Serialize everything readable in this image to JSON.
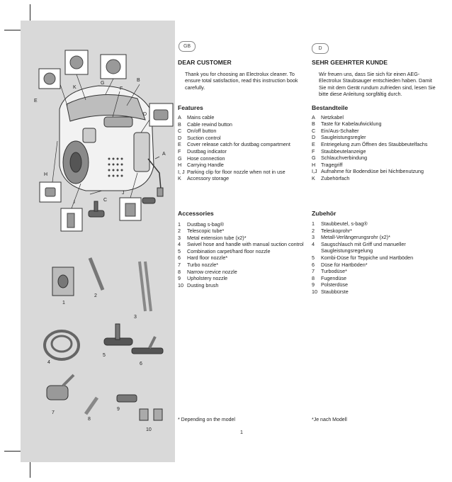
{
  "left_column": {
    "badge": "GB",
    "title": "DEAR CUSTOMER",
    "intro": "Thank you for choosing an Electrolux cleaner. To ensure total satisfaction, read this instruction book carefully.",
    "features_heading": "Features",
    "features": [
      {
        "key": "A",
        "text": "Mains cable"
      },
      {
        "key": "B",
        "text": "Cable rewind button"
      },
      {
        "key": "C",
        "text": "On/off button"
      },
      {
        "key": "D",
        "text": "Suction control"
      },
      {
        "key": "E",
        "text": "Cover release catch for dustbag compartment"
      },
      {
        "key": "F",
        "text": "Dustbag indicator"
      },
      {
        "key": "G",
        "text": "Hose connection"
      },
      {
        "key": "H",
        "text": "Carrying Handle"
      },
      {
        "key": "I, J",
        "text": "Parking clip for floor nozzle when not in use"
      },
      {
        "key": "K",
        "text": "Accessory storage"
      }
    ],
    "accessories_heading": "Accessories",
    "accessories": [
      {
        "key": "1",
        "text": "Dustbag s-bag®"
      },
      {
        "key": "2",
        "text": "Telescopic tube*"
      },
      {
        "key": "3",
        "text": "Metal extension tube (x2)*"
      },
      {
        "key": "4",
        "text": "Swivel hose and handle with manual suction control"
      },
      {
        "key": "5",
        "text": "Combination carpet/hard floor nozzle"
      },
      {
        "key": "6",
        "text": "Hard floor nozzle*"
      },
      {
        "key": "7",
        "text": "Turbo nozzle*"
      },
      {
        "key": "8",
        "text": "Narrow crevice nozzle"
      },
      {
        "key": "9",
        "text": "Upholstery nozzle"
      },
      {
        "key": "10",
        "text": "Dusting brush"
      }
    ],
    "footnote": "* Depending on the model"
  },
  "right_column": {
    "badge": "D",
    "title": "SEHR GEEHRTER KUNDE",
    "intro": "Wir freuen uns, dass Sie sich für einen AEG-Electrolux Staubsauger entschieden haben. Damit Sie mit dem Gerät rundum zufrieden sind, lesen Sie bitte diese Anleitung sorgfältig durch.",
    "features_heading": "Bestandteile",
    "features": [
      {
        "key": "A",
        "text": "Netzkabel"
      },
      {
        "key": "B",
        "text": "Taste für Kabelaufwicklung"
      },
      {
        "key": "C",
        "text": "Ein/Aus-Schalter"
      },
      {
        "key": "D",
        "text": "Saugleistungsregler"
      },
      {
        "key": "E",
        "text": "Entriegelung zum Öffnen des Staubbeutelfachs"
      },
      {
        "key": "F",
        "text": "Staubbeutelanzeige"
      },
      {
        "key": "G",
        "text": "Schlauchverbindung"
      },
      {
        "key": "H",
        "text": "Tragegriff"
      },
      {
        "key": "I,J",
        "text": "Aufnahme für Bodendüse bei Nichtbenutzung"
      },
      {
        "key": "K",
        "text": "Zubehörfach"
      }
    ],
    "accessories_heading": "Zubehör",
    "accessories": [
      {
        "key": "1",
        "text": "Staubbeutel, s-bag®"
      },
      {
        "key": "2",
        "text": "Teleskoprohr*"
      },
      {
        "key": "3",
        "text": "Metall-Verlängerungsrohr (x2)*"
      },
      {
        "key": "4",
        "text": "Saugschlauch mit Griff und manueller Saugleistungsregelung"
      },
      {
        "key": "5",
        "text": "Kombi-Düse für Teppiche und Hartböden"
      },
      {
        "key": "6",
        "text": "Düse für Hartböden*"
      },
      {
        "key": "7",
        "text": "Turbodüse*"
      },
      {
        "key": "8",
        "text": "Fugendüse"
      },
      {
        "key": "9",
        "text": "Polsterdüse"
      },
      {
        "key": "10",
        "text": "Staubbürste"
      }
    ],
    "footnote": "*Je nach Modell"
  },
  "page_number": "1",
  "diagram_labels": {
    "K": "K",
    "G": "G",
    "B": "B",
    "F": "F",
    "E": "E",
    "D": "D",
    "A": "A",
    "H": "H",
    "I": "I",
    "C": "C",
    "J": "J",
    "n1": "1",
    "n2": "2",
    "n3": "3",
    "n4": "4",
    "n5": "5",
    "n6": "6",
    "n7": "7",
    "n8": "8",
    "n9": "9",
    "n10": "10"
  }
}
